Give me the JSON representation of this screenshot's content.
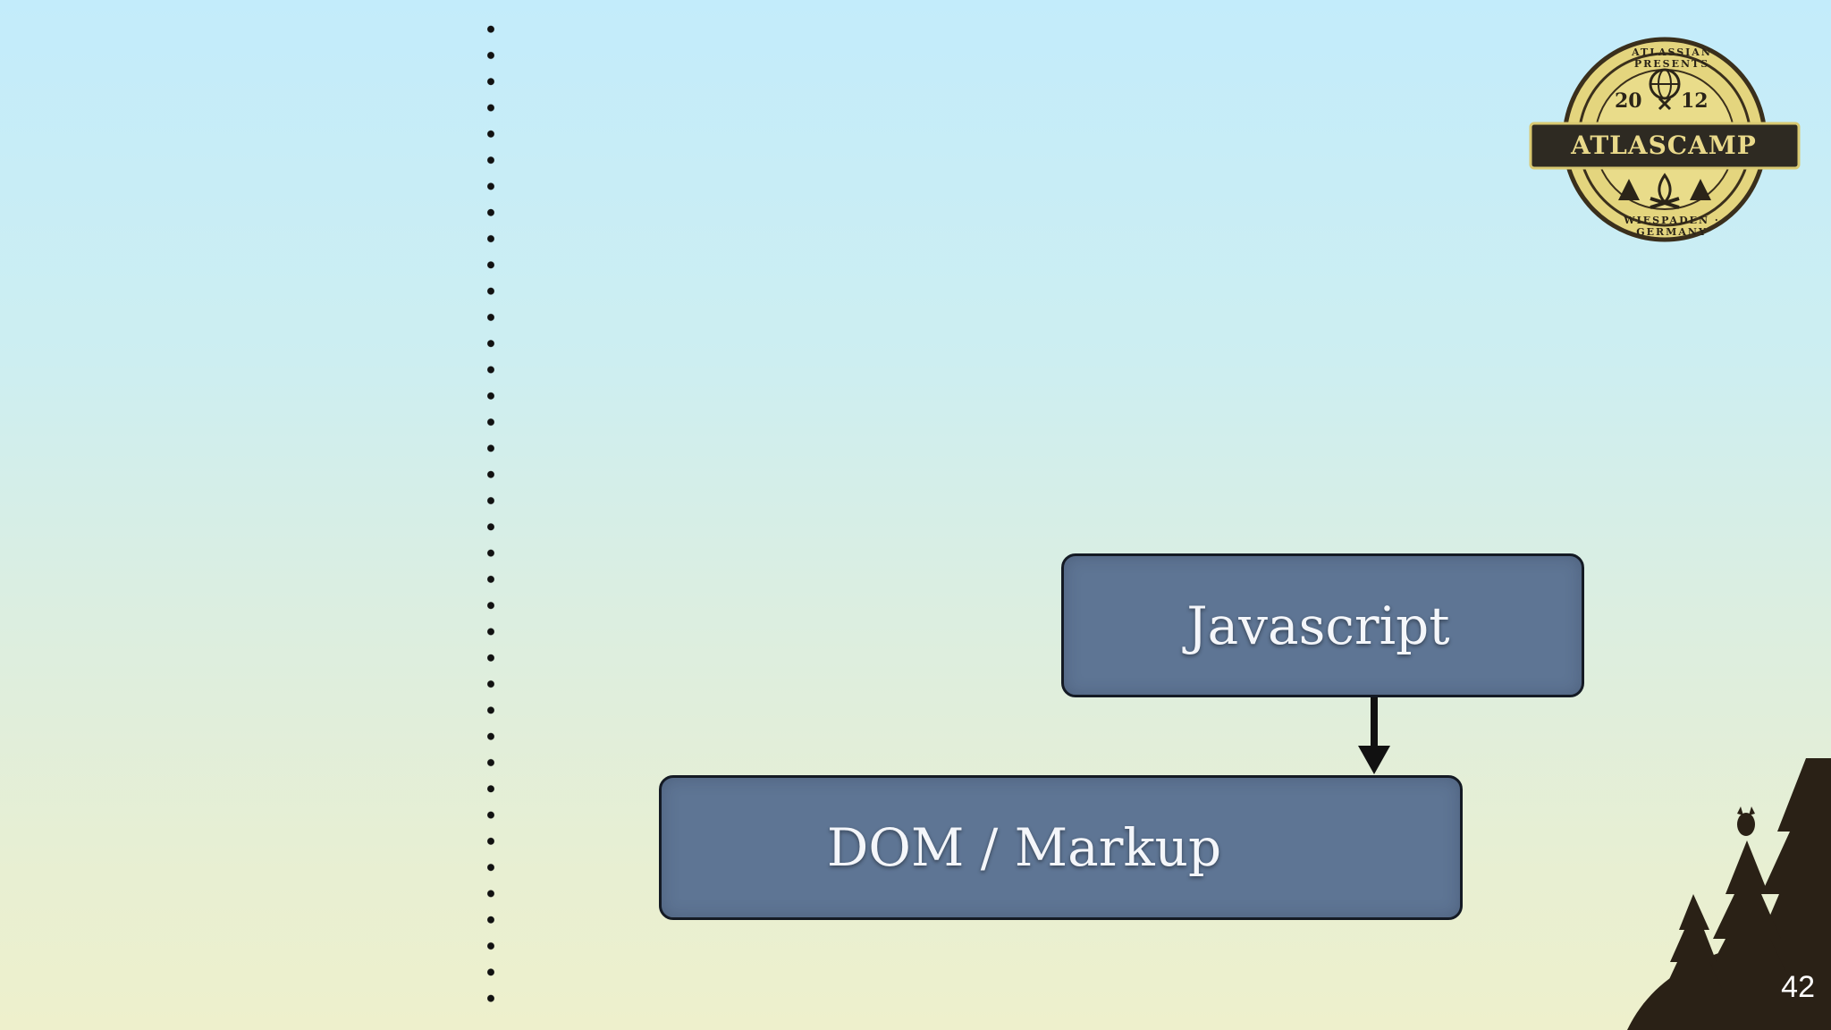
{
  "slide": {
    "page_number": "42",
    "background_colors": [
      "#c3ecfb",
      "#eef0cc"
    ]
  },
  "diagram": {
    "nodes": [
      {
        "id": "javascript",
        "label": "Javascript"
      },
      {
        "id": "dom",
        "label": "DOM / Markup"
      }
    ],
    "edges": [
      {
        "from": "javascript",
        "to": "dom"
      }
    ],
    "box_color": "#5e7594",
    "border_color": "#141a24"
  },
  "logo": {
    "top_text": "ATLASSIAN PRESENTS",
    "year_left": "20",
    "year_right": "12",
    "title": "ATLASCAMP",
    "bottom_text": "WIESPADEN · GERMANY",
    "icon": "campfire-tents-icon"
  },
  "decoration": {
    "icon": "trees-owl-silhouette-icon"
  }
}
